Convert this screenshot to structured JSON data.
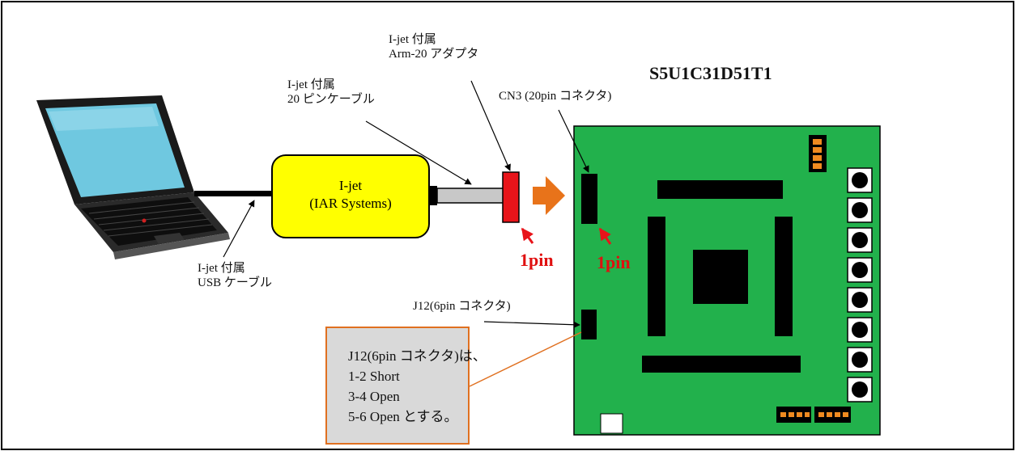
{
  "board": {
    "title": "S5U1C31D51T1",
    "color": "#22b14c"
  },
  "labels": {
    "adapter": [
      "I-jet 付属",
      "Arm-20 アダプタ"
    ],
    "cable20": [
      "I-jet 付属",
      "20 ピンケーブル"
    ],
    "cn3": "CN3 (20pin コネクタ)",
    "usb": [
      "I-jet 付属",
      "USB ケーブル"
    ],
    "j12": "J12(6pin コネクタ)",
    "pin1_left": "1pin",
    "pin1_right": "1pin"
  },
  "ijet": {
    "line1": "I-jet",
    "line2": "(IAR Systems)",
    "color": "#ffff00"
  },
  "note": {
    "lines": [
      "J12(6pin コネクタ)は、",
      "1-2 Short",
      "3-4 Open",
      "5-6 Open とする。"
    ],
    "border_color": "#e07020"
  },
  "colors": {
    "arrow": "#e8731a",
    "adapter": "#e8141a",
    "pin_label": "#e01010"
  },
  "icons": [
    "laptop-icon",
    "right-arrow-icon",
    "red-pointer-arrow-icon"
  ]
}
